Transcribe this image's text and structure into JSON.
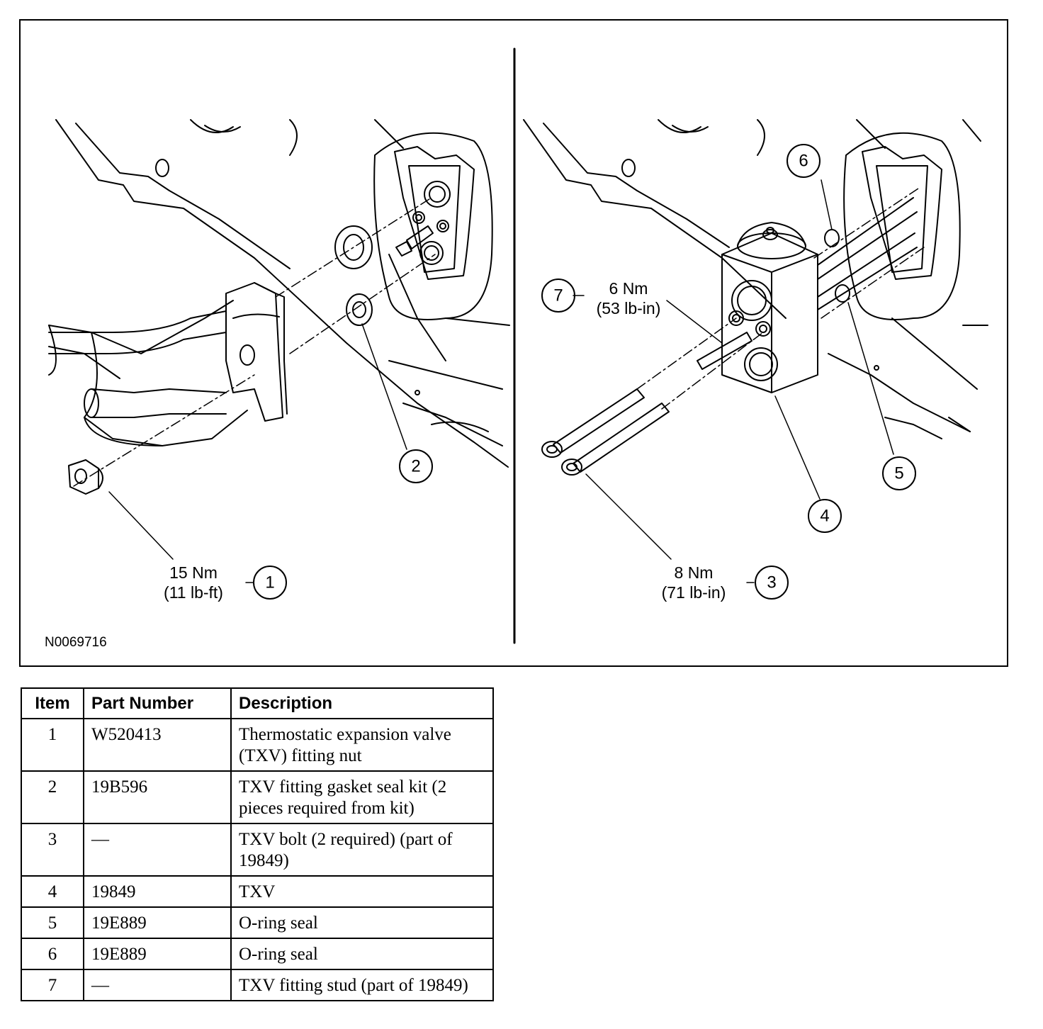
{
  "figure": {
    "id": "N0069716",
    "callouts": [
      {
        "num": "1",
        "torque_nm": "15 Nm",
        "torque_alt": "(11 lb-ft)"
      },
      {
        "num": "2"
      },
      {
        "num": "3",
        "torque_nm": "8 Nm",
        "torque_alt": "(71 lb-in)"
      },
      {
        "num": "4"
      },
      {
        "num": "5"
      },
      {
        "num": "6"
      },
      {
        "num": "7",
        "torque_nm": "6 Nm",
        "torque_alt": "(53 lb-in)"
      }
    ]
  },
  "table": {
    "headers": {
      "item": "Item",
      "part_number": "Part Number",
      "description": "Description"
    },
    "rows": [
      {
        "item": "1",
        "part_number": "W520413",
        "description": "Thermostatic expansion valve (TXV) fitting nut"
      },
      {
        "item": "2",
        "part_number": "19B596",
        "description": "TXV fitting gasket seal kit (2 pieces required from kit)"
      },
      {
        "item": "3",
        "part_number": "—",
        "description": "TXV bolt (2 required) (part of 19849)"
      },
      {
        "item": "4",
        "part_number": "19849",
        "description": "TXV"
      },
      {
        "item": "5",
        "part_number": "19E889",
        "description": "O-ring seal"
      },
      {
        "item": "6",
        "part_number": "19E889",
        "description": "O-ring seal"
      },
      {
        "item": "7",
        "part_number": "—",
        "description": "TXV fitting stud (part of 19849)"
      }
    ]
  }
}
